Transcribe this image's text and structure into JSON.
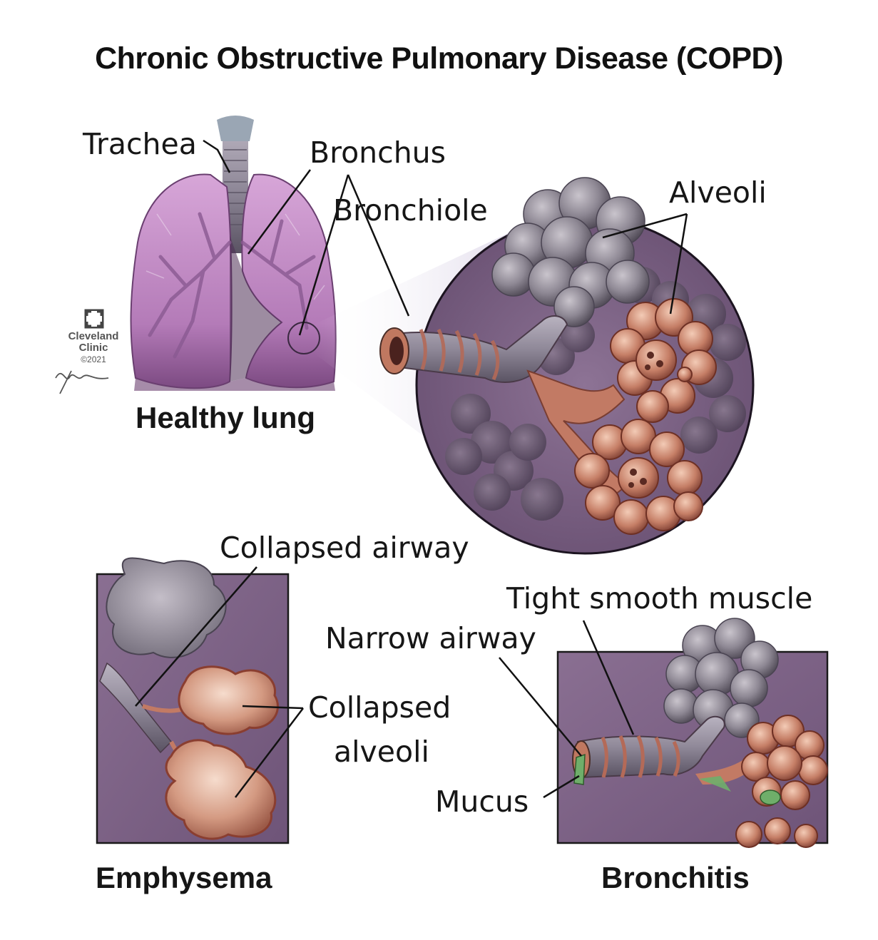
{
  "title": "Chronic Obstructive Pulmonary Disease (COPD)",
  "labels": {
    "trachea": "Trachea",
    "bronchus": "Bronchus",
    "bronchiole": "Bronchiole",
    "alveoli": "Alveoli",
    "collapsed_airway": "Collapsed airway",
    "collapsed_alveoli_1": "Collapsed",
    "collapsed_alveoli_2": "alveoli",
    "tight_smooth_muscle": "Tight smooth muscle",
    "narrow_airway": "Narrow airway",
    "mucus": "Mucus"
  },
  "captions": {
    "healthy": "Healthy lung",
    "emphysema": "Emphysema",
    "bronchitis": "Bronchitis"
  },
  "logo": {
    "line1": "Cleveland",
    "line2": "Clinic",
    "line3": "©2021"
  },
  "colors": {
    "lung": "#c48ec6",
    "panel": "#7c6084",
    "alveoli_pink": "#b4705c",
    "alveoli_gray": "#8c8692",
    "mucus": "#6fae6a"
  }
}
